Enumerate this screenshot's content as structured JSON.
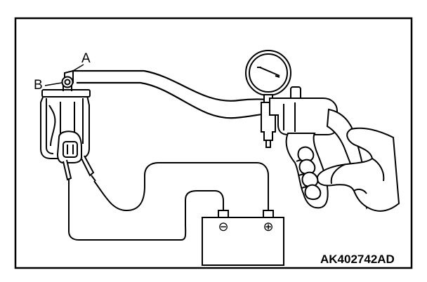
{
  "labels": {
    "a": "A",
    "b": "B",
    "figure_code": "AK402742AD"
  },
  "terminals": {
    "negative": "⊖",
    "positive": "⊕"
  },
  "colors": {
    "ink": "#000000",
    "paper": "#ffffff"
  }
}
